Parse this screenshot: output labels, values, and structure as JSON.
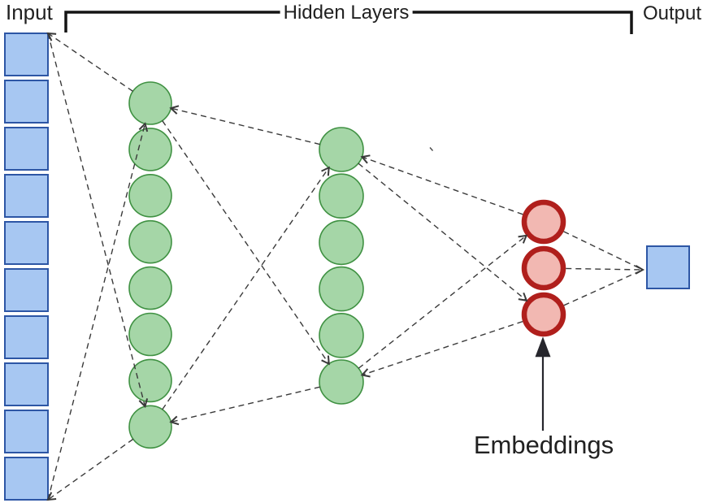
{
  "labels": {
    "input": "Input",
    "hidden_layers": "Hidden Layers",
    "output": "Output",
    "embeddings": "Embeddings"
  },
  "network": {
    "input_nodes": 10,
    "hidden_layer_sizes": [
      8,
      6
    ],
    "embedding_nodes": 3,
    "output_nodes": 1,
    "edge_style": "dashed"
  },
  "colors": {
    "node_blue_fill": "#a7c7f2",
    "node_blue_stroke": "#2d56a5",
    "node_green_fill": "#a5d6a7",
    "node_green_stroke": "#3f9142",
    "node_red_fill": "#f2b8b2",
    "node_red_stroke": "#b01f1c",
    "edge": "#3a3a3a",
    "bracket": "#141414",
    "text": "#212121",
    "embeddings_arrow": "#26262c"
  }
}
